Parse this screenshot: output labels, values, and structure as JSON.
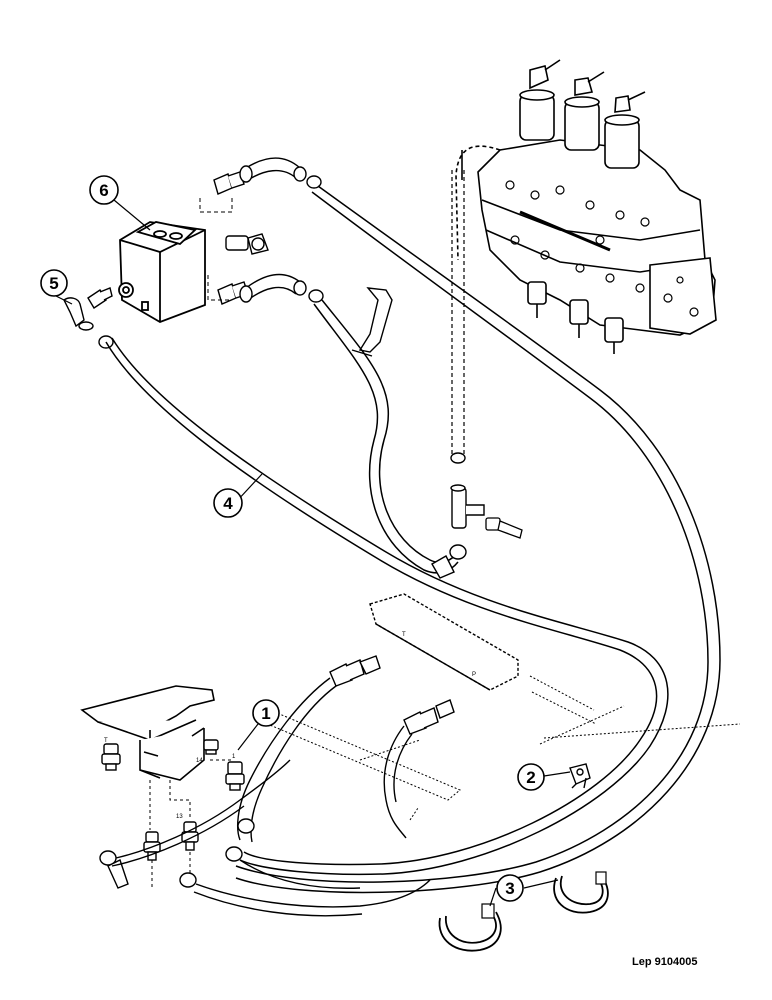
{
  "callouts": {
    "c1": "1",
    "c2": "2",
    "c3": "3",
    "c4": "4",
    "c5": "5",
    "c6": "6"
  },
  "labels": {
    "port_t_block": "T",
    "port_p_block": "P",
    "valve_t": "T",
    "valve_1": "1",
    "valve_14": "14",
    "valve_13": "13"
  },
  "reference": "Lep 9104005"
}
